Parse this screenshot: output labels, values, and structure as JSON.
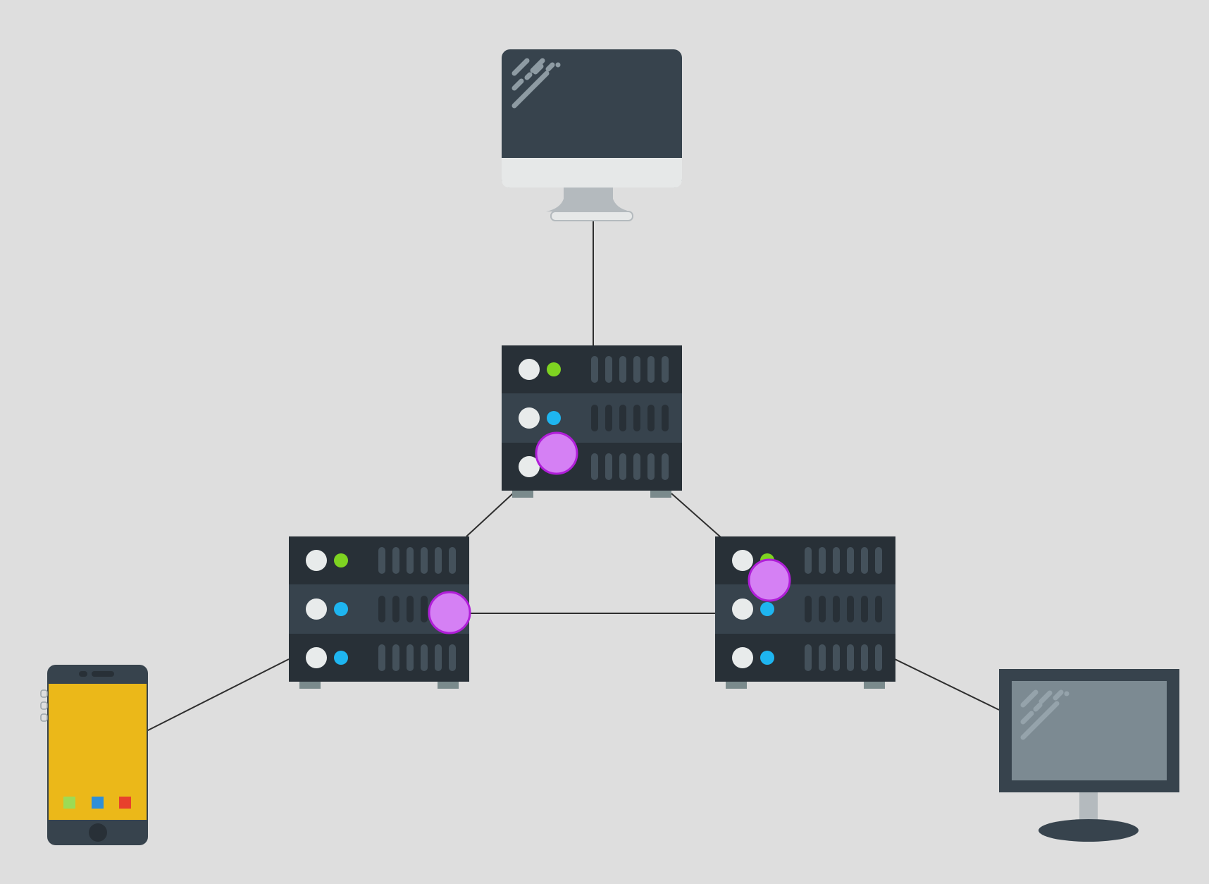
{
  "diagram": {
    "nodes": [
      {
        "id": "desktop-imac",
        "kind": "imac"
      },
      {
        "id": "server-top",
        "kind": "server",
        "led_colors": [
          "#7ed321",
          "#1eb5f0",
          "#1eb5f0"
        ]
      },
      {
        "id": "server-left",
        "kind": "server",
        "led_colors": [
          "#7ed321",
          "#1eb5f0",
          "#1eb5f0"
        ]
      },
      {
        "id": "server-right",
        "kind": "server",
        "led_colors": [
          "#7ed321",
          "#1eb5f0",
          "#1eb5f0"
        ]
      },
      {
        "id": "smartphone",
        "kind": "phone",
        "app_colors": [
          "#9ddb55",
          "#2f8fd8",
          "#e8412c"
        ]
      },
      {
        "id": "monitor",
        "kind": "monitor"
      }
    ],
    "links": [
      [
        "desktop-imac",
        "server-top"
      ],
      [
        "server-top",
        "server-left"
      ],
      [
        "server-top",
        "server-right"
      ],
      [
        "server-left",
        "server-right"
      ],
      [
        "server-left",
        "smartphone"
      ],
      [
        "server-right",
        "monitor"
      ]
    ],
    "markers": [
      {
        "id": "marker-server-top",
        "on": "server-top"
      },
      {
        "id": "marker-server-left",
        "on": "server-left"
      },
      {
        "id": "marker-server-right",
        "on": "server-right"
      }
    ]
  },
  "colors": {
    "background": "#dedede",
    "device_dark": "#37434d",
    "device_darker": "#283037",
    "imac_chin": "#e6e8e8",
    "stand": "#b4babe",
    "phone_screen": "#ebb819",
    "monitor_screen": "#7c8a92",
    "link_line": "#2e2e2e",
    "marker_fill": "#d580f4",
    "marker_stroke": "#b01ed8"
  }
}
